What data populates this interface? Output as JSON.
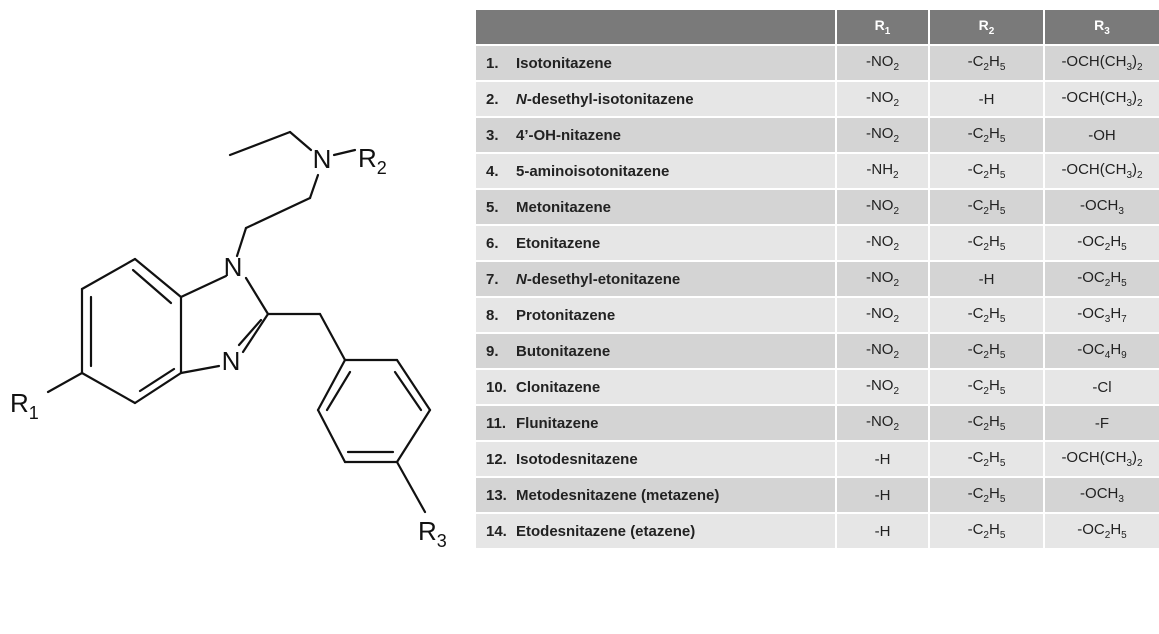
{
  "structure": {
    "atoms": {
      "n_amine": "N",
      "n_ring_1": "N",
      "n_ring_3": "N"
    },
    "substituents": {
      "r1": {
        "letter": "R",
        "subscript": "1"
      },
      "r2": {
        "letter": "R",
        "subscript": "2"
      },
      "r3": {
        "letter": "R",
        "subscript": "3"
      }
    }
  },
  "table": {
    "headers": [
      "",
      {
        "letter": "R",
        "sub": "1"
      },
      {
        "letter": "R",
        "sub": "2"
      },
      {
        "letter": "R",
        "sub": "3"
      }
    ],
    "rows": [
      {
        "num": "1.",
        "name": [
          {
            "t": "Isotonitazene"
          }
        ],
        "r1": [
          {
            "t": "-NO"
          },
          {
            "s": "2"
          }
        ],
        "r2": [
          {
            "t": "-C"
          },
          {
            "s": "2"
          },
          {
            "t": "H"
          },
          {
            "s": "5"
          }
        ],
        "r3": [
          {
            "t": "-OCH(CH"
          },
          {
            "s": "3"
          },
          {
            "t": ")"
          },
          {
            "s": "2"
          }
        ]
      },
      {
        "num": "2.",
        "name": [
          {
            "i": "N"
          },
          {
            "t": "-desethyl-isotonitazene"
          }
        ],
        "r1": [
          {
            "t": "-NO"
          },
          {
            "s": "2"
          }
        ],
        "r2": [
          {
            "t": "-H"
          }
        ],
        "r3": [
          {
            "t": "-OCH(CH"
          },
          {
            "s": "3"
          },
          {
            "t": ")"
          },
          {
            "s": "2"
          }
        ]
      },
      {
        "num": "3.",
        "name": [
          {
            "t": "4’-OH-nitazene"
          }
        ],
        "r1": [
          {
            "t": "-NO"
          },
          {
            "s": "2"
          }
        ],
        "r2": [
          {
            "t": "-C"
          },
          {
            "s": "2"
          },
          {
            "t": "H"
          },
          {
            "s": "5"
          }
        ],
        "r3": [
          {
            "t": "-OH"
          }
        ]
      },
      {
        "num": "4.",
        "name": [
          {
            "t": "5-aminoisotonitazene"
          }
        ],
        "r1": [
          {
            "t": "-NH"
          },
          {
            "s": "2"
          }
        ],
        "r2": [
          {
            "t": "-C"
          },
          {
            "s": "2"
          },
          {
            "t": "H"
          },
          {
            "s": "5"
          }
        ],
        "r3": [
          {
            "t": "-OCH(CH"
          },
          {
            "s": "3"
          },
          {
            "t": ")"
          },
          {
            "s": "2"
          }
        ]
      },
      {
        "num": "5.",
        "name": [
          {
            "t": "Metonitazene"
          }
        ],
        "r1": [
          {
            "t": "-NO"
          },
          {
            "s": "2"
          }
        ],
        "r2": [
          {
            "t": "-C"
          },
          {
            "s": "2"
          },
          {
            "t": "H"
          },
          {
            "s": "5"
          }
        ],
        "r3": [
          {
            "t": "-OCH"
          },
          {
            "s": "3"
          }
        ]
      },
      {
        "num": "6.",
        "name": [
          {
            "t": "Etonitazene"
          }
        ],
        "r1": [
          {
            "t": "-NO"
          },
          {
            "s": "2"
          }
        ],
        "r2": [
          {
            "t": "-C"
          },
          {
            "s": "2"
          },
          {
            "t": "H"
          },
          {
            "s": "5"
          }
        ],
        "r3": [
          {
            "t": "-OC"
          },
          {
            "s": "2"
          },
          {
            "t": "H"
          },
          {
            "s": "5"
          }
        ]
      },
      {
        "num": "7.",
        "name": [
          {
            "i": "N"
          },
          {
            "t": "-desethyl-etonitazene"
          }
        ],
        "r1": [
          {
            "t": "-NO"
          },
          {
            "s": "2"
          }
        ],
        "r2": [
          {
            "t": "-H"
          }
        ],
        "r3": [
          {
            "t": "-OC"
          },
          {
            "s": "2"
          },
          {
            "t": "H"
          },
          {
            "s": "5"
          }
        ]
      },
      {
        "num": "8.",
        "name": [
          {
            "t": "Protonitazene"
          }
        ],
        "r1": [
          {
            "t": "-NO"
          },
          {
            "s": "2"
          }
        ],
        "r2": [
          {
            "t": "-C"
          },
          {
            "s": "2"
          },
          {
            "t": "H"
          },
          {
            "s": "5"
          }
        ],
        "r3": [
          {
            "t": "-OC"
          },
          {
            "s": "3"
          },
          {
            "t": "H"
          },
          {
            "s": "7"
          }
        ]
      },
      {
        "num": "9.",
        "name": [
          {
            "t": "Butonitazene"
          }
        ],
        "r1": [
          {
            "t": "-NO"
          },
          {
            "s": "2"
          }
        ],
        "r2": [
          {
            "t": "-C"
          },
          {
            "s": "2"
          },
          {
            "t": "H"
          },
          {
            "s": "5"
          }
        ],
        "r3": [
          {
            "t": "-OC"
          },
          {
            "s": "4"
          },
          {
            "t": "H"
          },
          {
            "s": "9"
          }
        ]
      },
      {
        "num": "10.",
        "name": [
          {
            "t": "Clonitazene"
          }
        ],
        "r1": [
          {
            "t": "-NO"
          },
          {
            "s": "2"
          }
        ],
        "r2": [
          {
            "t": "-C"
          },
          {
            "s": "2"
          },
          {
            "t": "H"
          },
          {
            "s": "5"
          }
        ],
        "r3": [
          {
            "t": "-Cl"
          }
        ]
      },
      {
        "num": "11.",
        "name": [
          {
            "t": "Flunitazene"
          }
        ],
        "r1": [
          {
            "t": "-NO"
          },
          {
            "s": "2"
          }
        ],
        "r2": [
          {
            "t": "-C"
          },
          {
            "s": "2"
          },
          {
            "t": "H"
          },
          {
            "s": "5"
          }
        ],
        "r3": [
          {
            "t": "-F"
          }
        ]
      },
      {
        "num": "12.",
        "name": [
          {
            "t": "Isotodesnitazene"
          }
        ],
        "r1": [
          {
            "t": "-H"
          }
        ],
        "r2": [
          {
            "t": "-C"
          },
          {
            "s": "2"
          },
          {
            "t": "H"
          },
          {
            "s": "5"
          }
        ],
        "r3": [
          {
            "t": "-OCH(CH"
          },
          {
            "s": "3"
          },
          {
            "t": ")"
          },
          {
            "s": "2"
          }
        ]
      },
      {
        "num": "13.",
        "name": [
          {
            "t": "Metodesnitazene (metazene)"
          }
        ],
        "r1": [
          {
            "t": "-H"
          }
        ],
        "r2": [
          {
            "t": "-C"
          },
          {
            "s": "2"
          },
          {
            "t": "H"
          },
          {
            "s": "5"
          }
        ],
        "r3": [
          {
            "t": "-OCH"
          },
          {
            "s": "3"
          }
        ]
      },
      {
        "num": "14.",
        "name": [
          {
            "t": "Etodesnitazene (etazene)"
          }
        ],
        "r1": [
          {
            "t": "-H"
          }
        ],
        "r2": [
          {
            "t": "-C"
          },
          {
            "s": "2"
          },
          {
            "t": "H"
          },
          {
            "s": "5"
          }
        ],
        "r3": [
          {
            "t": "-OC"
          },
          {
            "s": "2"
          },
          {
            "t": "H"
          },
          {
            "s": "5"
          }
        ]
      }
    ]
  }
}
